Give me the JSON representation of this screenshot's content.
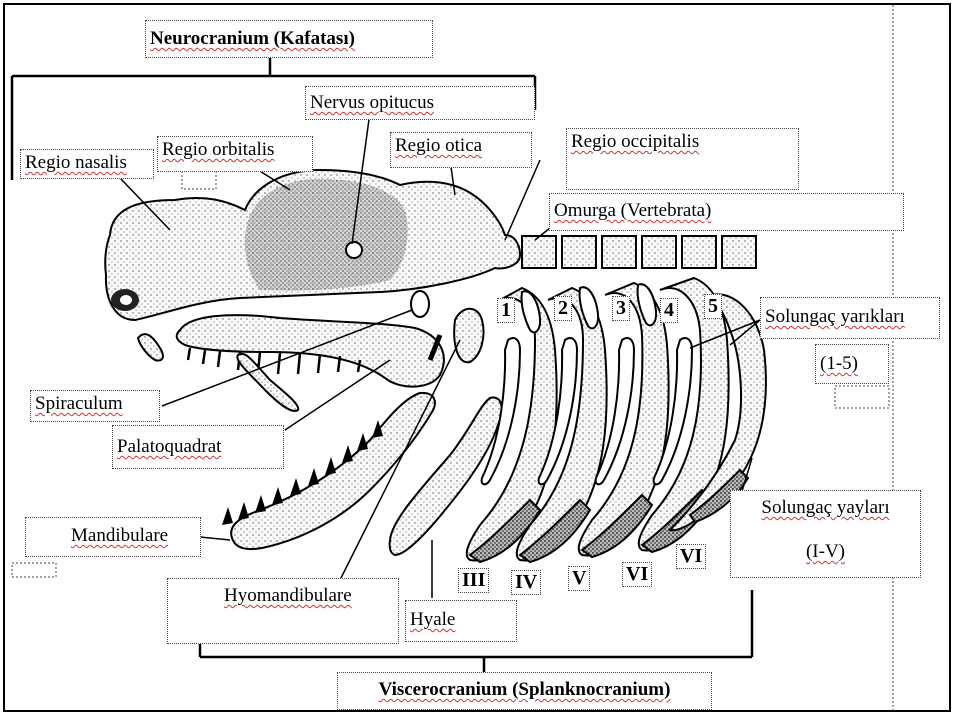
{
  "labels": {
    "neurocranium": "Neurocranium (Kafatası)",
    "nervus": "Nervus opitucus",
    "regio_nasalis": "Regio nasalis",
    "regio_orbitalis": "Regio orbitalis",
    "regio_otica": "Regio otica",
    "regio_occipitalis": "Regio occipitalis",
    "omurga": "Omurga (Vertebrata)",
    "solungac_yariklari": "Solungaç yarıkları",
    "solungac_yariklari_range": "(1-5)",
    "spiraculum": "Spiraculum",
    "palatoquadrat": "Palatoquadrat",
    "mandibulare": "Mandibulare",
    "hyomandibulare": "Hyomandibulare",
    "hyale": "Hyale",
    "solungac_yaylari": "Solungaç yayları",
    "solungac_yaylari_range": "(I-V)",
    "viscerocranium": "Viscerocranium (Splanknocranium)"
  },
  "slit_numbers": [
    "1",
    "2",
    "3",
    "4",
    "5"
  ],
  "arch_numerals": [
    "III",
    "IV",
    "V",
    "VI",
    "VI"
  ]
}
